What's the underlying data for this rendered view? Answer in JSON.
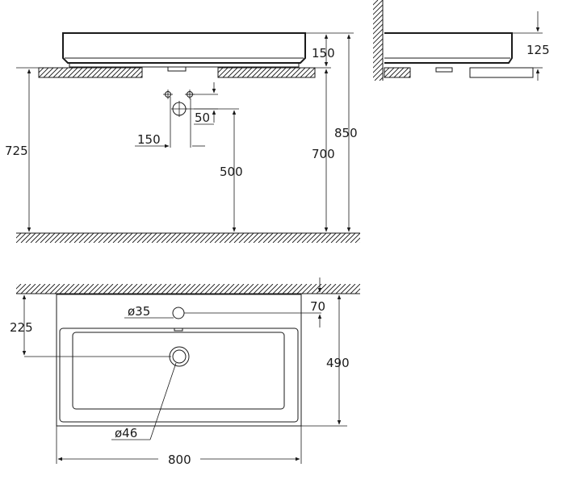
{
  "dimensions": {
    "front_rim_height": "150",
    "side_rim_height": "125",
    "pipe_spacing": "150",
    "pipe_offset": "50",
    "waste_height": "500",
    "rim_height_700": "700",
    "bracket_height": "725",
    "overall_height": "850",
    "tap_hole_offset": "70",
    "tap_hole_diameter": "ø35",
    "drain_offset": "225",
    "depth": "490",
    "drain_diameter": "ø46",
    "width": "800"
  },
  "icons": {
    "tap_hole": "circle-icon",
    "drain": "drain-icon",
    "pipe_connection": "pipe-crosshair-icon"
  }
}
